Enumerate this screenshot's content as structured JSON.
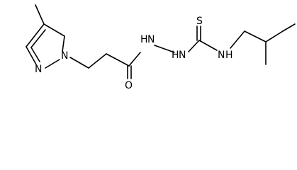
{
  "molecule": {
    "atoms": {
      "pyrazole_n1": "N",
      "pyrazole_n2": "N",
      "carbonyl_o": "O",
      "hydrazide_nh": "N",
      "hydrazine_hn": "N",
      "thione_s": "S",
      "amine_nh": "N"
    },
    "hydrogens": {
      "hydrazide_nh": "H",
      "hydrazine_hn": "H",
      "amine_nh": "H"
    }
  }
}
